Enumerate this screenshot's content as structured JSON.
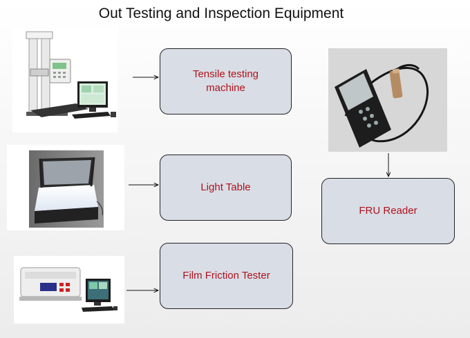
{
  "slide": {
    "title": "Out Testing and Inspection Equipment"
  },
  "colors": {
    "box_fill": "#d8dde6",
    "box_border": "#222222",
    "label_text": "#b0121b"
  },
  "equipment": [
    {
      "label": "Tensile testing machine",
      "image_icon": "tensile-tester-photo"
    },
    {
      "label": "Light Table",
      "image_icon": "light-table-photo"
    },
    {
      "label": "Film Friction Tester",
      "image_icon": "friction-tester-photo"
    },
    {
      "label": "FRU Reader",
      "image_icon": "fru-reader-photo"
    }
  ]
}
